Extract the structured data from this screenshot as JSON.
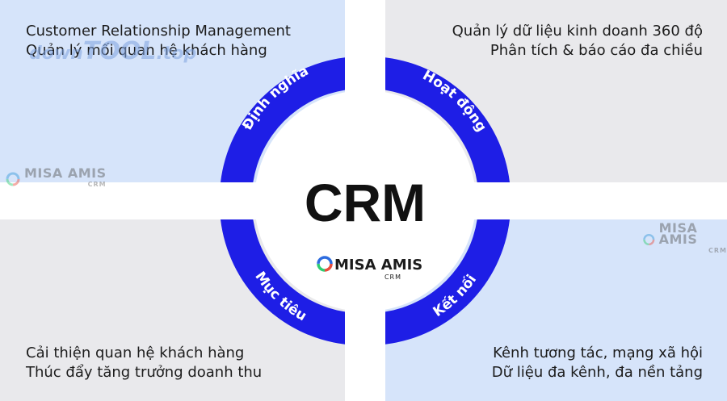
{
  "center": {
    "title": "CRM",
    "logo_name": "MISA AMIS",
    "logo_sub": "CRM"
  },
  "segments": [
    {
      "id": "dinh-nghia",
      "label": "Định nghĩa"
    },
    {
      "id": "hoat-dong",
      "label": "Hoạt động"
    },
    {
      "id": "muc-tieu",
      "label": "Mục tiêu"
    },
    {
      "id": "ket-noi",
      "label": "Kết nối"
    }
  ],
  "quadrants": {
    "top_left": [
      "Customer Relationship Management",
      "Quản lý mối quan hệ khách hàng"
    ],
    "top_right": [
      "Quản lý dữ liệu kinh doanh 360 độ",
      "Phân tích & báo cáo đa chiều"
    ],
    "bottom_left": [
      "Cải thiện quan hệ khách hàng",
      "Thúc đẩy tăng trưởng doanh thu"
    ],
    "bottom_right": [
      "Kênh tương tác, mạng xã hội",
      "Dữ liệu đa kênh, đa nền tảng"
    ]
  },
  "watermarks": {
    "misa_name": "MISA AMIS",
    "misa_sub": "CRM",
    "download_prefix": "down",
    "download_brand": "TOOL",
    "download_suffix": ".top"
  },
  "colors": {
    "ring": "#1e1ee6",
    "quad_blue": "#d6e4fa",
    "quad_gray": "#e9e9ec",
    "title": "#111111"
  }
}
